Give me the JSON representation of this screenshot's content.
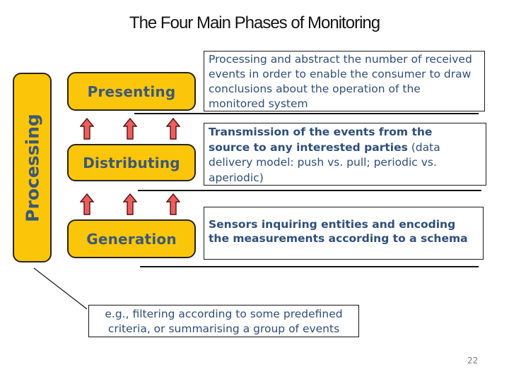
{
  "slide": {
    "title": "The Four Main Phases of Monitoring",
    "page_number": "22",
    "processing_label": "Processing",
    "phases": [
      {
        "label": "Presenting"
      },
      {
        "label": "Distributing"
      },
      {
        "label": "Generation"
      }
    ],
    "descriptions": [
      {
        "lines": [
          {
            "normal": "Processing and abstract the number of received"
          },
          {
            "normal": "events in order to enable the consumer to draw"
          },
          {
            "normal": "conclusions about the operation of the"
          },
          {
            "normal": "monitored system"
          }
        ]
      },
      {
        "lines": [
          {
            "bold": "Transmission of the events from the"
          },
          {
            "bold": "source to any interested parties",
            "normal": " (data"
          },
          {
            "normal": "delivery model: push vs. pull; periodic vs."
          },
          {
            "normal": "aperiodic)"
          }
        ]
      },
      {
        "lines": [
          {
            "bold": "Sensors inquiring entities and encoding"
          },
          {
            "bold": "the measurements according to a schema"
          }
        ]
      }
    ],
    "note": {
      "lines": [
        {
          "normal": "e.g., filtering according to some predefined"
        },
        {
          "normal": "criteria, or summarising a group of events"
        }
      ]
    },
    "icons": {
      "up_arrow": "up-arrow-icon"
    },
    "colors": {
      "phase_fill": "#FBC609",
      "phase_border": "#2B2314",
      "phase_label_text": "#3C5878",
      "body_text": "#2E4E7C",
      "arrow_fill": "#EC5E5C",
      "arrow_outline": "#551111",
      "callout_line": "#141414",
      "title_text": "#141414",
      "page_number_text": "#7D7D7D"
    }
  }
}
